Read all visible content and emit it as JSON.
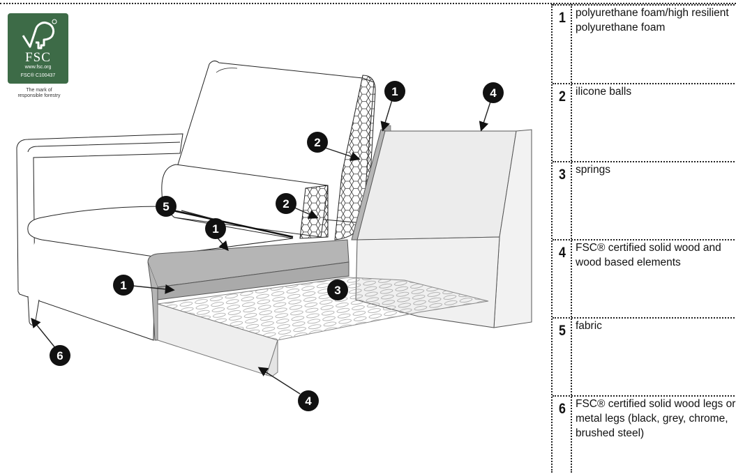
{
  "logo": {
    "brand": "FSC",
    "url": "www.fsc.org",
    "code": "FSC® C100437",
    "tagline_line1": "The mark of",
    "tagline_line2": "responsible forestry",
    "color": "#3d6b47"
  },
  "callouts": [
    {
      "number": "1",
      "target": "back-frame-foam"
    },
    {
      "number": "4",
      "target": "side-frame"
    },
    {
      "number": "2",
      "target": "back-cushion-filling"
    },
    {
      "number": "2",
      "target": "lumbar-cushion-filling"
    },
    {
      "number": "5",
      "target": "fabric"
    },
    {
      "number": "1",
      "target": "seat-foam"
    },
    {
      "number": "1",
      "target": "arm-foam"
    },
    {
      "number": "3",
      "target": "springs"
    },
    {
      "number": "6",
      "target": "leg"
    },
    {
      "number": "4",
      "target": "base-frame"
    }
  ],
  "legend": [
    {
      "number": "1",
      "text": "polyurethane foam/high resilient polyurethane foam"
    },
    {
      "number": "2",
      "text": "ilicone balls"
    },
    {
      "number": "3",
      "text": "springs"
    },
    {
      "number": "4",
      "text": "FSC® certified solid wood and wood based elements"
    },
    {
      "number": "5",
      "text": "fabric"
    },
    {
      "number": "6",
      "text": "FSC® certified solid wood legs or metal legs (black, grey, chrome, brushed steel)"
    }
  ]
}
